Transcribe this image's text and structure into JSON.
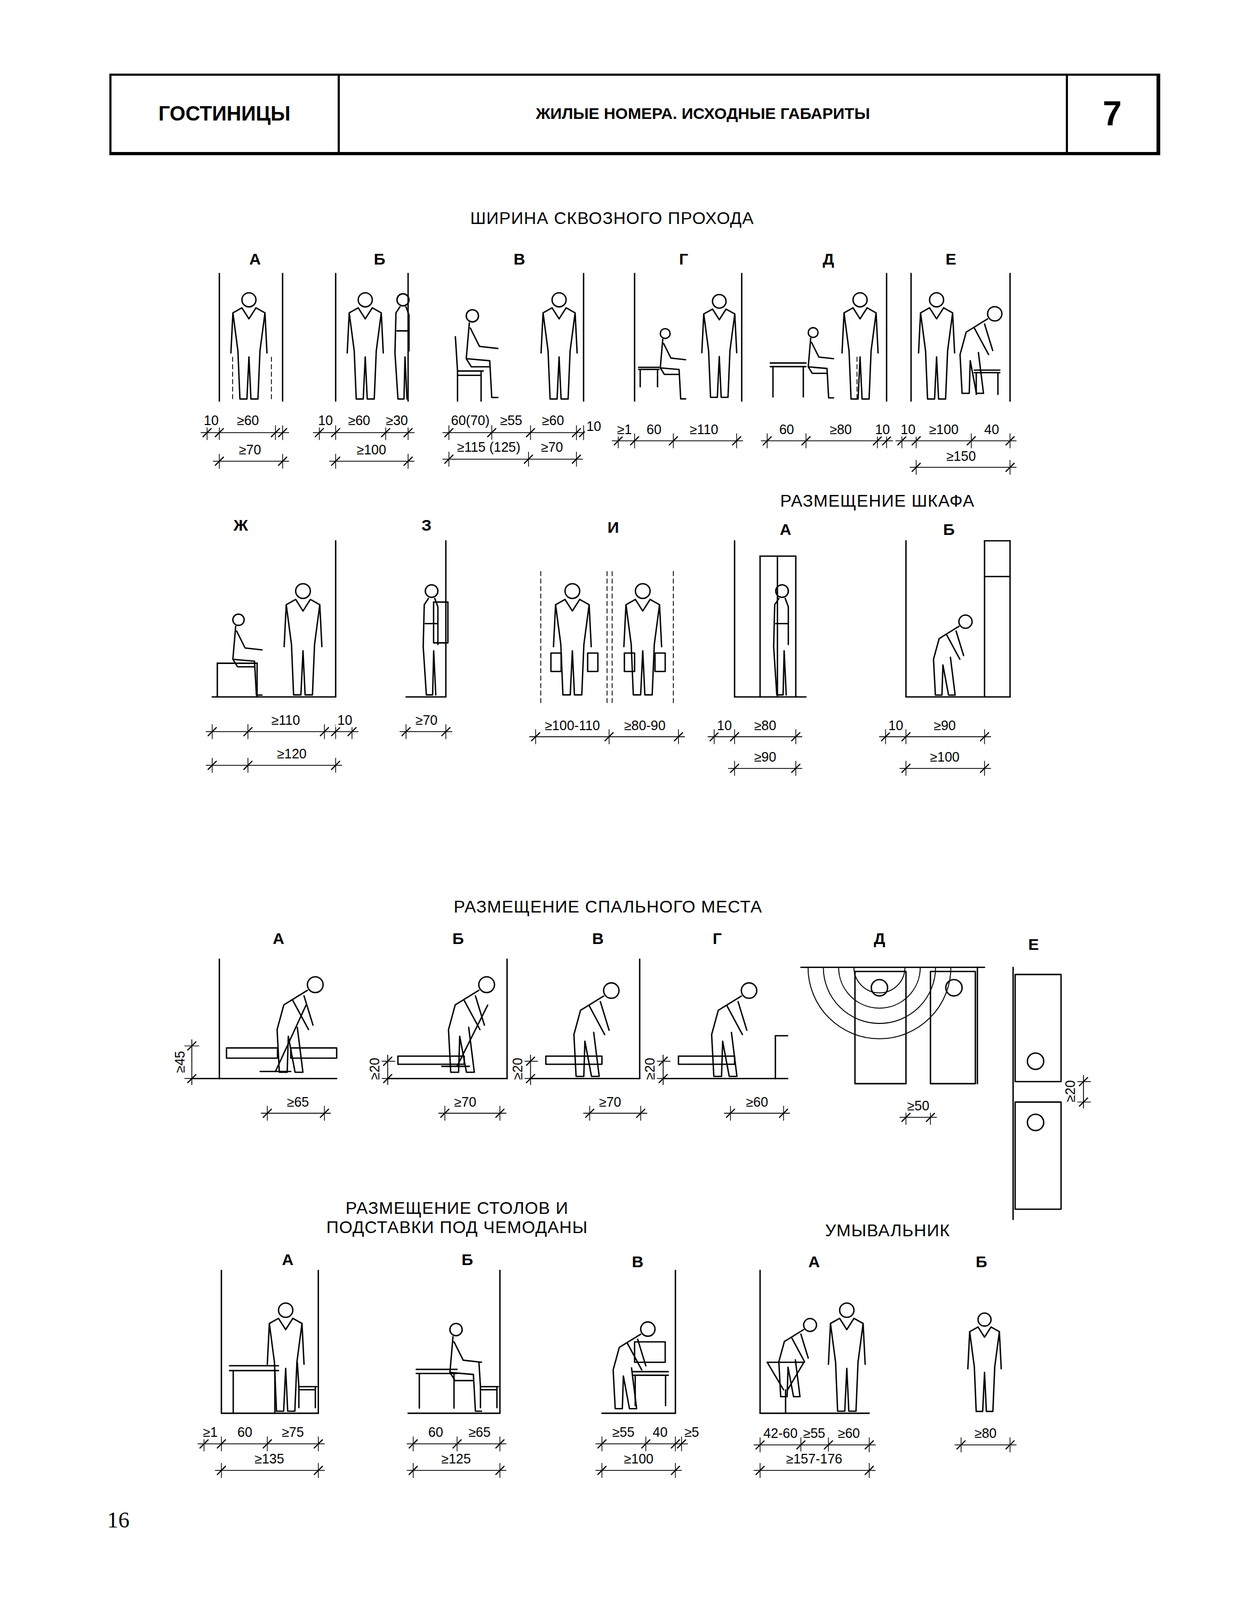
{
  "diagram": {
    "nodes": [
      {
        "text": [
          "ГОСТИНИЦЫ"
        ]
      },
      {
        "text": [
          "ЖИЛЫЕ НОМЕРА. ИСХОДНЫЕ ГАБАРИТЫ"
        ]
      },
      {
        "text": [
          "7"
        ]
      }
    ],
    "labels": [
      "ШИРИНА СКВОЗНОГО ПРОХОДА",
      "А",
      "Б",
      "В",
      "Г",
      "Д",
      "Е",
      "10",
      "≥60",
      "≥70",
      "10",
      "≥60",
      "≥30",
      "≥100",
      "60(70)",
      "≥55",
      "≥60",
      "10",
      "≥115 (125)",
      "≥70",
      "≥1",
      "60",
      "≥110",
      "60",
      "≥80",
      "10",
      "10",
      "≥100",
      "40",
      "≥150",
      "РАЗМЕЩЕНИЕ ШКАФА",
      "Ж",
      "З",
      "И",
      "А",
      "Б",
      "≥110",
      "10",
      "≥120",
      "≥70",
      "≥100-110",
      "≥80-90",
      "10",
      "≥80",
      "≥90",
      "10",
      "≥90",
      "≥100",
      "РАЗМЕЩЕНИЕ СПАЛЬНОГО МЕСТА",
      "А",
      "Б",
      "В",
      "Г",
      "Д",
      "Е",
      "≥45",
      "≥65",
      "≥20",
      "≥70",
      "≥20",
      "≥70",
      "≥20",
      "≥60",
      "≥50",
      "≥20",
      "РАЗМЕЩЕНИЕ СТОЛОВ И ПОДСТАВКИ ПОД ЧЕМОДАНЫ",
      "А",
      "Б",
      "В",
      "УМЫВАЛЬНИК",
      "А",
      "Б",
      "≥1",
      "60",
      "≥75",
      "≥135",
      "60",
      "≥65",
      "≥125",
      "≥55",
      "40",
      "≥5",
      "≥100",
      "42-60",
      "≥55",
      "≥60",
      "≥157-176",
      "≥80",
      "16"
    ]
  }
}
